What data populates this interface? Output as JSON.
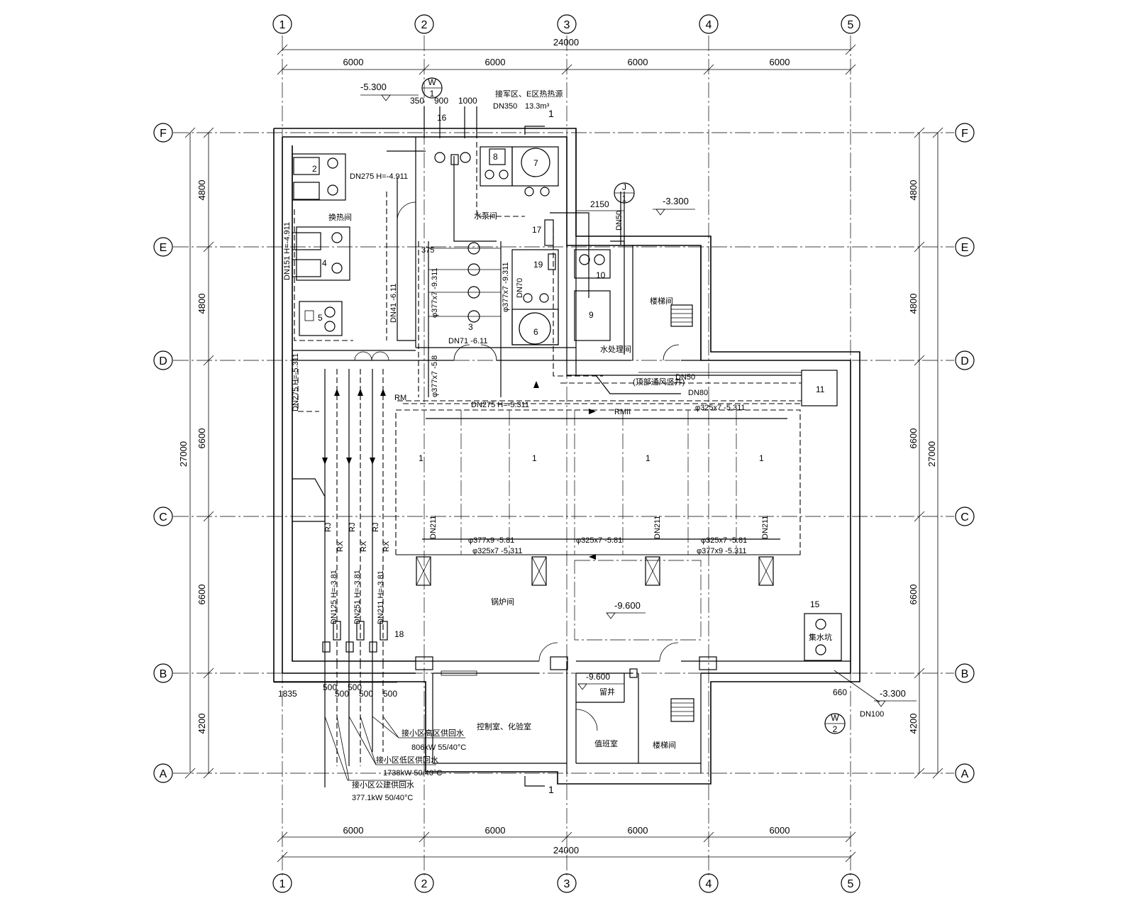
{
  "grid": {
    "columns": [
      "1",
      "2",
      "3",
      "4",
      "5"
    ],
    "rows": [
      "F",
      "E",
      "D",
      "C",
      "B",
      "A"
    ]
  },
  "dimensions": {
    "total_width": "24000",
    "bay_widths": [
      "6000",
      "6000",
      "6000",
      "6000"
    ],
    "total_height": "27000",
    "row_heights": [
      "4800",
      "4800",
      "6600",
      "6600",
      "4200"
    ],
    "small": {
      "d350": "350",
      "d900": "900",
      "d1000": "1000",
      "d2150": "2150",
      "d1835": "1835",
      "d500": "500",
      "d660": "660"
    }
  },
  "elevations": {
    "top_left": "-5.300",
    "mid_right": "-3.300",
    "floor": "-9.600",
    "well": "-9.600",
    "bottom_right": "-3.300"
  },
  "section_marks": {
    "w1": {
      "letter": "W",
      "num": "1"
    },
    "j1": {
      "letter": "J",
      "num": "1"
    },
    "w2": {
      "letter": "W",
      "num": "2"
    },
    "cut_top": "1",
    "cut_bottom": "1"
  },
  "rooms": {
    "heat_exchange": "换热间",
    "water_pump": "水泵间",
    "water_treatment": "水处理间",
    "stair_upper": "楼梯间",
    "stair_lower": "楼梯间",
    "boiler_room": "锅炉间",
    "control_room": "控制室、化验室",
    "duty_room": "值班室",
    "sump": "集水坑",
    "well_label": "留井",
    "vent": "(顶部通风竖井)"
  },
  "equipment_tags": [
    "1",
    "2",
    "3",
    "4",
    "5",
    "6",
    "7",
    "8",
    "9",
    "10",
    "11",
    "15",
    "16",
    "17",
    "18",
    "19"
  ],
  "pipe_labels": {
    "inlet_note": "接军区、E区热热源",
    "dn350": "DN350",
    "flow_top": "13.3m³",
    "dn275_top": "DN275  H=-4.911",
    "dn151": "DN151 H=-4.911",
    "dn41": "DN41  -6.11",
    "dn71": "DN71  -6.11",
    "p377a": "φ377x7 -9.311",
    "p377b": "φ377x7 -9.311",
    "p377c": "φ377x7 -5.8",
    "dn275_left": "DN275 H=-5.311",
    "dn275_main": "DN275 H=-5.311",
    "rm": "RM",
    "rmii": "RMII",
    "dn50_top": "DN50",
    "dn50": "DN50",
    "dn80": "DN80",
    "p325_top": "φ325x7 -5.311",
    "dn70": "DN70",
    "dn211a": "DN211",
    "dn211b": "DN211",
    "dn211c": "DN211",
    "p377_bot": "φ377x9 -5.81",
    "p325_bot": "φ325x7 -5.311",
    "p325_mid": "φ325x7 -5.81",
    "p325_r1": "φ325x7 -5.81",
    "p377_r2": "φ377x9 -5.311",
    "rj": "RJ",
    "rx": "RX",
    "dn125": "DN125  H=-3.81",
    "dn251": "DN251  H=-3.81",
    "dn211_v": "DN211  H=-3.81",
    "dn100": "DN100",
    "dn377": "375"
  },
  "notes": {
    "n1": "接小区高区供回水",
    "n1b": "806kW  55/40°C",
    "n2": "接小区低区供回水",
    "n2b": "1738kW  50/40°C",
    "n3": "接小区公建供回水",
    "n3b": "377.1kW  50/40°C"
  }
}
